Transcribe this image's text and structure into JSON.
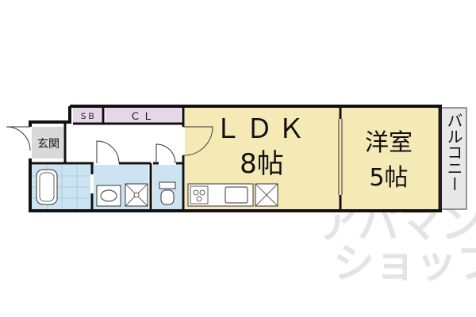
{
  "rooms": {
    "ldk": {
      "name": "ＬＤＫ",
      "size": "8帖"
    },
    "western": {
      "name": "洋室",
      "size": "5帖"
    },
    "entrance": {
      "name": "玄関"
    },
    "closet": {
      "name": "ＣＬ"
    },
    "shoe_box": {
      "name": "ＳＢ"
    },
    "balcony": {
      "name": "バルコニー"
    }
  },
  "watermark": {
    "line1": "アパマン",
    "line2": "ショップ"
  },
  "colors": {
    "ldk": "#f5e9b6",
    "western": "#f5e9b6",
    "wet": "#cce4f2",
    "closet": "#e6d6e8",
    "shoe_box": "#e6d6e8",
    "balcony": "#e8e8e8",
    "entrance": "#d9d9d9",
    "wall": "#111111"
  }
}
